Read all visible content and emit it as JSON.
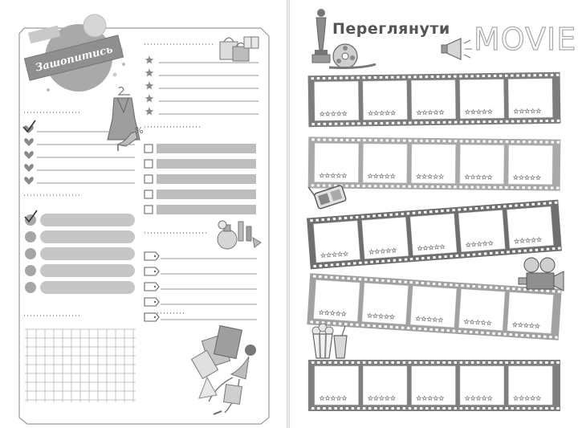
{
  "left_page": {
    "badge_title": "Зашопитись",
    "percent_sign": "%",
    "star_count": 5,
    "heart_count": 5,
    "heart_checked": 1,
    "box_count": 5,
    "pill_count": 5,
    "pill_checked": 1,
    "tag_count": 5,
    "icons": [
      "gift-bags-icon",
      "dress-on-hanger-icon",
      "high-heel-shoe-icon",
      "cosmetics-icon",
      "shopping-woman-icon",
      "star-icon",
      "heart-icon",
      "checkbox-icon",
      "price-tag-icon"
    ]
  },
  "right_page": {
    "title_word": "Переглянути",
    "title_word2": "MOVIES",
    "strips": [
      {
        "frames": 5,
        "rating_stars": 5
      },
      {
        "frames": 5,
        "rating_stars": 5
      },
      {
        "frames": 5,
        "rating_stars": 5
      },
      {
        "frames": 5,
        "rating_stars": 5
      },
      {
        "frames": 5,
        "rating_stars": 5
      }
    ],
    "icons": [
      "oscar-statue-icon",
      "film-reel-icon",
      "megaphone-icon",
      "3d-glasses-icon",
      "movie-camera-icon",
      "popcorn-icon",
      "drink-cup-icon"
    ]
  },
  "colors": {
    "ink": "#555555",
    "mid": "#8a8a8a",
    "light": "#c8c8c8",
    "pale": "#e4e4e4"
  }
}
